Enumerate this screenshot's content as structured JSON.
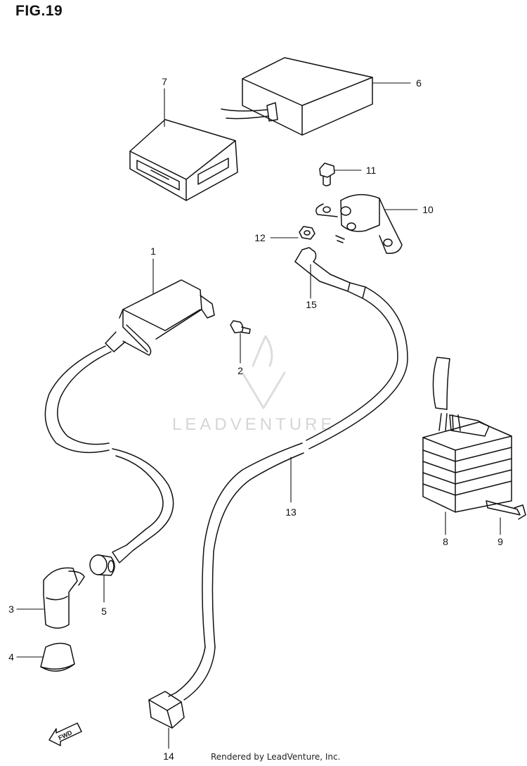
{
  "figure": {
    "title": "FIG.19"
  },
  "callouts": [
    {
      "id": "1",
      "label": "1"
    },
    {
      "id": "2",
      "label": "2"
    },
    {
      "id": "3",
      "label": "3"
    },
    {
      "id": "4",
      "label": "4"
    },
    {
      "id": "5",
      "label": "5"
    },
    {
      "id": "6",
      "label": "6"
    },
    {
      "id": "7",
      "label": "7"
    },
    {
      "id": "8",
      "label": "8"
    },
    {
      "id": "9",
      "label": "9"
    },
    {
      "id": "10",
      "label": "10"
    },
    {
      "id": "11",
      "label": "11"
    },
    {
      "id": "12",
      "label": "12"
    },
    {
      "id": "13",
      "label": "13"
    },
    {
      "id": "14",
      "label": "14"
    },
    {
      "id": "15",
      "label": "15"
    }
  ],
  "direction_arrow": {
    "label": "FWD"
  },
  "watermark": {
    "text": "LEADVENTURE"
  },
  "footer": {
    "text": "Rendered by LeadVenture, Inc."
  }
}
